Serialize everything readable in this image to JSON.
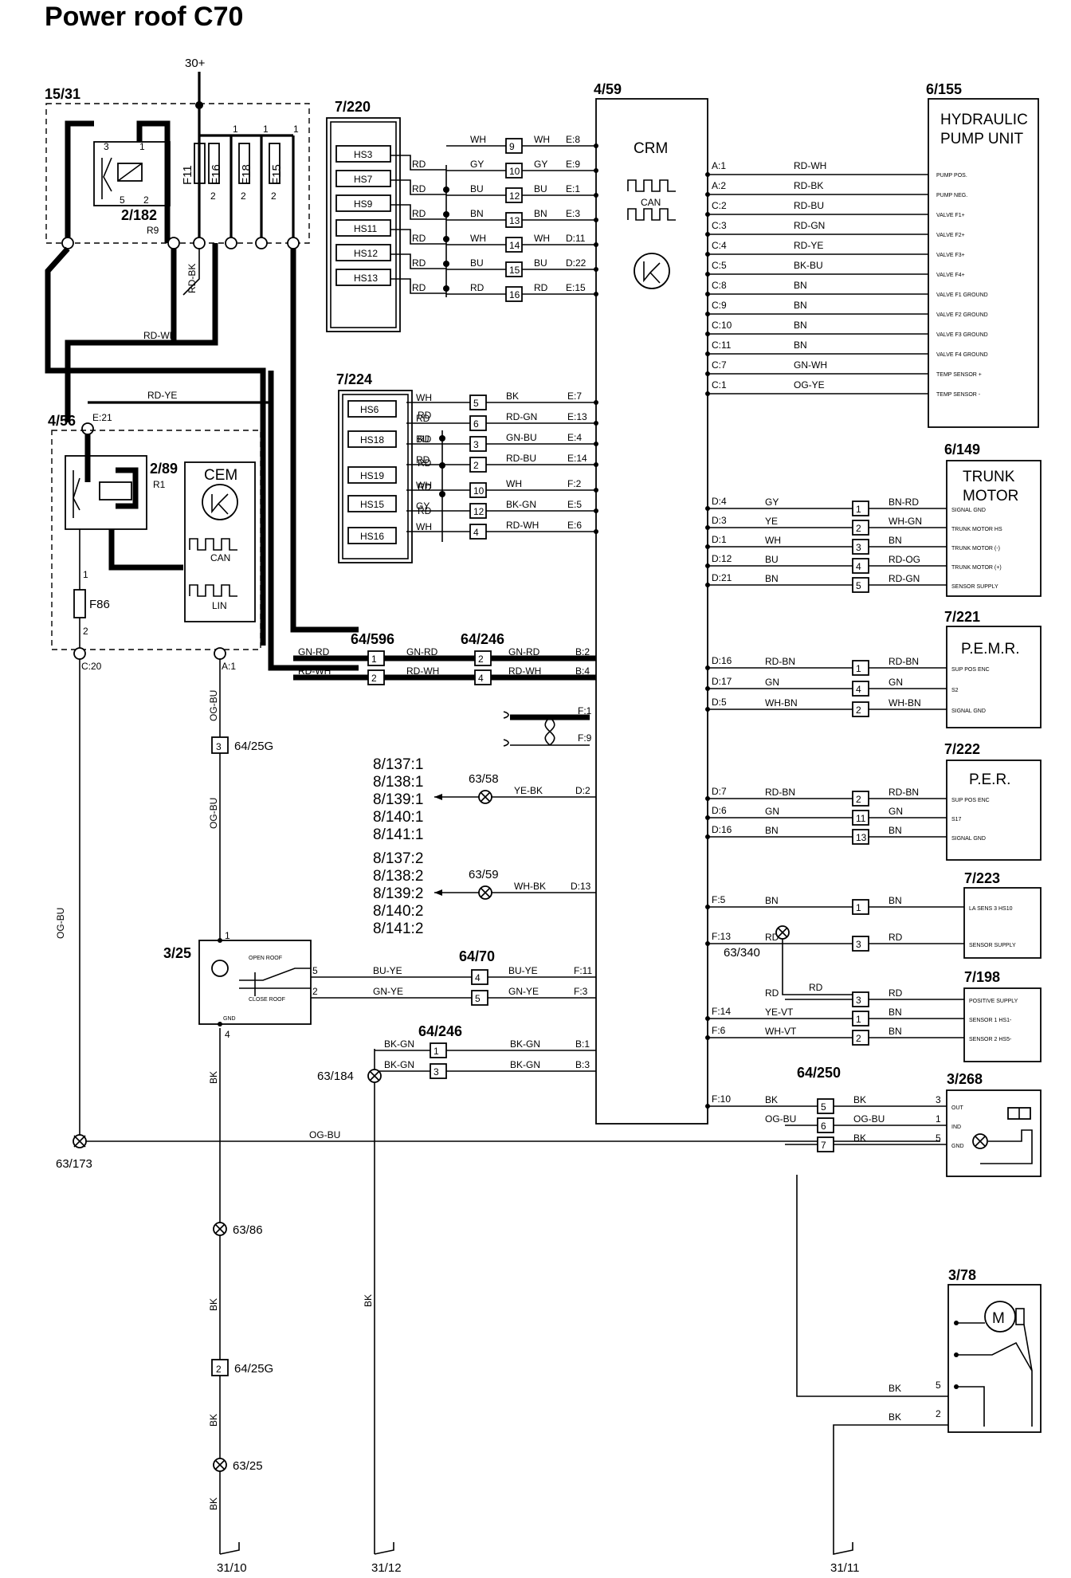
{
  "title": "Power roof C70",
  "power_source": "30+",
  "components": {
    "fusebox": {
      "id": "15/31",
      "relay_id": "2/182",
      "relay_name": "R9",
      "fuses": [
        "F11",
        "F16",
        "F18",
        "F15"
      ],
      "pins": [
        "3",
        "1",
        "5",
        "2"
      ],
      "fuse_pins": [
        "1",
        "2"
      ]
    },
    "cem_box": {
      "id": "4/56",
      "relay_id": "2/89",
      "relay_name": "R1",
      "module": "CEM",
      "can": "CAN",
      "lin": "LIN",
      "fuse": "F86",
      "fuse_pins": [
        "1",
        "2"
      ],
      "pin_e21": "E:21",
      "pin_c20": "C:20",
      "pin_a1": "A:1"
    },
    "crm": {
      "id": "4/59",
      "name": "CRM",
      "can": "CAN"
    },
    "sw_7_220": {
      "id": "7/220",
      "switches": [
        "HS3",
        "HS7",
        "HS9",
        "HS11",
        "HS12",
        "HS13"
      ]
    },
    "sw_7_224": {
      "id": "7/224",
      "switches": [
        "HS6",
        "HS18",
        "HS19",
        "HS15",
        "HS16"
      ]
    },
    "pump": {
      "id": "6/155",
      "name_line1": "HYDRAULIC",
      "name_line2": "PUMP UNIT",
      "pins": [
        "PUMP POS.",
        "PUMP NEG.",
        "VALVE F1+",
        "VALVE F2+",
        "VALVE F3+",
        "VALVE F4+",
        "VALVE F1 GROUND",
        "VALVE F2 GROUND",
        "VALVE F3 GROUND",
        "VALVE F4 GROUND",
        "TEMP SENSOR +",
        "TEMP SENSOR -"
      ]
    },
    "trunk": {
      "id": "6/149",
      "name_line1": "TRUNK",
      "name_line2": "MOTOR",
      "pins": [
        "SIGNAL GND",
        "TRUNK MOTOR HS",
        "TRUNK MOTOR (-)",
        "TRUNK MOTOR (+)",
        "SENSOR SUPPLY"
      ]
    },
    "pemr": {
      "id": "7/221",
      "name": "P.E.M.R.",
      "pins": [
        "SUP POS ENC",
        "S2",
        "SIGNAL GND"
      ]
    },
    "per": {
      "id": "7/222",
      "name": "P.E.R.",
      "pins": [
        "SUP POS ENC",
        "S17",
        "SIGNAL GND"
      ]
    },
    "c7_223": {
      "id": "7/223",
      "pins": [
        "LA SENS 3 HS10",
        "SENSOR SUPPLY"
      ]
    },
    "c7_198": {
      "id": "7/198",
      "pins": [
        "POSITIVE SUPPLY",
        "SENSOR 1 HS1-",
        "SENSOR 2 HS5-"
      ]
    },
    "c3_268": {
      "id": "3/268",
      "pins": [
        "OUT",
        "IND",
        "GND"
      ],
      "nums": [
        "3",
        "1",
        "5"
      ]
    },
    "c3_78": {
      "id": "3/78",
      "motor": "M",
      "nums": [
        "5",
        "2"
      ]
    },
    "c3_25": {
      "id": "3/25",
      "open": "OPEN ROOF",
      "close": "CLOSE ROOF",
      "gnd": "GND",
      "pins": [
        "1",
        "5",
        "2",
        "4"
      ]
    }
  },
  "connectors": {
    "c64_596": "64/596",
    "c64_246": "64/246",
    "c64_246b": "64/246",
    "c64_70": "64/70",
    "c64_250": "64/250",
    "c64_25g_a": "64/25G",
    "c64_25g_b": "64/25G",
    "num_3": "3",
    "num_2": "2"
  },
  "splices": {
    "s63_58": "63/58",
    "s63_59": "63/59",
    "s63_340": "63/340",
    "s63_184": "63/184",
    "s63_173": "63/173",
    "s63_86": "63/86",
    "s63_25": "63/25"
  },
  "grounds": [
    "31/10",
    "31/12",
    "31/11"
  ],
  "refs_1": [
    "8/137:1",
    "8/138:1",
    "8/139:1",
    "8/140:1",
    "8/141:1"
  ],
  "refs_2": [
    "8/137:2",
    "8/138:2",
    "8/139:2",
    "8/140:2",
    "8/141:2"
  ],
  "hs220_rows": [
    {
      "sw": "HS3",
      "color": "RD",
      "wire_in": "WH",
      "pin": "9",
      "wire_out": "WH",
      "crm": "E:8"
    },
    {
      "sw": "HS7",
      "color": "RD",
      "wire_in": "GY",
      "pin": "10",
      "wire_out": "GY",
      "crm": "E:9"
    },
    {
      "sw": "HS9",
      "color": "RD",
      "wire_in": "BU",
      "pin": "12",
      "wire_out": "BU",
      "crm": "E:1"
    },
    {
      "sw": "HS11",
      "color": "RD",
      "wire_in": "BN",
      "pin": "13",
      "wire_out": "BN",
      "crm": "E:3"
    },
    {
      "sw": "HS12",
      "color": "RD",
      "wire_in": "WH",
      "pin": "14",
      "wire_out": "WH",
      "crm": "D:11"
    },
    {
      "sw": "HS13",
      "color": "RD",
      "wire_in": "BU",
      "pin": "15",
      "wire_out": "BU",
      "crm": "D:22"
    },
    {
      "sw": "",
      "color": "",
      "wire_in": "RD",
      "pin": "16",
      "wire_out": "RD",
      "crm": "E:15"
    }
  ],
  "hs224_rows": [
    {
      "left": "WH",
      "pin": "5",
      "wire": "BK",
      "crm": "E:7"
    },
    {
      "left": "RD",
      "pin": "6",
      "wire": "RD-GN",
      "crm": "E:13"
    },
    {
      "left": "BU",
      "pin": "3",
      "wire": "GN-BU",
      "crm": "E:4"
    },
    {
      "left": "RD",
      "pin": "2",
      "wire": "RD-BU",
      "crm": "E:14"
    },
    {
      "left": "WH",
      "pin": "10",
      "wire": "WH",
      "crm": "F:2"
    },
    {
      "left": "GY",
      "pin": "12",
      "wire": "BK-GN",
      "crm": "E:5"
    },
    {
      "left": "WH",
      "pin": "4",
      "wire": "RD-WH",
      "crm": "E:6"
    }
  ],
  "hs224_extra": [
    "RD",
    "RD",
    "RD",
    "RD",
    "RD"
  ],
  "pump_rows": [
    {
      "crm": "A:1",
      "wire": "RD-WH"
    },
    {
      "crm": "A:2",
      "wire": "RD-BK"
    },
    {
      "crm": "C:2",
      "wire": "RD-BU"
    },
    {
      "crm": "C:3",
      "wire": "RD-GN"
    },
    {
      "crm": "C:4",
      "wire": "RD-YE"
    },
    {
      "crm": "C:5",
      "wire": "BK-BU"
    },
    {
      "crm": "C:8",
      "wire": "BN"
    },
    {
      "crm": "C:9",
      "wire": "BN"
    },
    {
      "crm": "C:10",
      "wire": "BN"
    },
    {
      "crm": "C:11",
      "wire": "BN"
    },
    {
      "crm": "C:7",
      "wire": "GN-WH"
    },
    {
      "crm": "C:1",
      "wire": "OG-YE"
    }
  ],
  "trunk_rows": [
    {
      "crm": "D:4",
      "wire": "GY",
      "pin": "1",
      "wire2": "BN-RD"
    },
    {
      "crm": "D:3",
      "wire": "YE",
      "pin": "2",
      "wire2": "WH-GN"
    },
    {
      "crm": "D:1",
      "wire": "WH",
      "pin": "3",
      "wire2": "BN"
    },
    {
      "crm": "D:12",
      "wire": "BU",
      "pin": "4",
      "wire2": "RD-OG"
    },
    {
      "crm": "D:21",
      "wire": "BN",
      "pin": "5",
      "wire2": "RD-GN"
    }
  ],
  "pemr_rows": [
    {
      "crm": "D:16",
      "wire": "RD-BN",
      "pin": "1",
      "wire2": "RD-BN"
    },
    {
      "crm": "D:17",
      "wire": "GN",
      "pin": "4",
      "wire2": "GN"
    },
    {
      "crm": "D:5",
      "wire": "WH-BN",
      "pin": "2",
      "wire2": "WH-BN"
    }
  ],
  "per_rows": [
    {
      "crm": "D:7",
      "wire": "RD-BN",
      "pin": "2",
      "wire2": "RD-BN"
    },
    {
      "crm": "D:6",
      "wire": "GN",
      "pin": "11",
      "wire2": "GN"
    },
    {
      "crm": "D:16",
      "wire": "BN",
      "pin": "13",
      "wire2": "BN"
    }
  ],
  "r7223_rows": [
    {
      "crm": "F:5",
      "wire": "BN",
      "pin": "1",
      "wire2": "BN"
    },
    {
      "crm": "F:13",
      "wire": "RD",
      "pin": "3",
      "wire2": "RD"
    }
  ],
  "r7223_mid": "RD",
  "r7198_rows": [
    {
      "crm": "",
      "wire": "RD",
      "pin": "3",
      "wire2": "RD"
    },
    {
      "crm": "F:14",
      "wire": "YE-VT",
      "pin": "1",
      "wire2": "BN"
    },
    {
      "crm": "F:6",
      "wire": "WH-VT",
      "pin": "2",
      "wire2": "BN"
    }
  ],
  "r3268_rows": [
    {
      "crm": "F:10",
      "wire": "BK",
      "pin": "5",
      "wire2": "BK"
    },
    {
      "crm": "",
      "wire": "OG-BU",
      "pin": "6",
      "wire2": "OG-BU"
    },
    {
      "crm": "",
      "wire": "",
      "pin": "7",
      "wire2": "BK"
    }
  ],
  "cem_rows": [
    {
      "wire": "GN-RD",
      "pin": "1",
      "wire2": "GN-RD",
      "pin2": "2",
      "wire3": "GN-RD",
      "crm": "B:2"
    },
    {
      "wire": "RD-WH",
      "pin": "2",
      "wire2": "RD-WH",
      "pin2": "4",
      "wire3": "RD-WH",
      "crm": "B:4"
    }
  ],
  "switch_rows": [
    {
      "num": "5",
      "wire": "BU-YE",
      "pin": "4",
      "wire2": "BU-YE",
      "crm": "F:11"
    },
    {
      "num": "2",
      "wire": "GN-YE",
      "pin": "5",
      "wire2": "GN-YE",
      "crm": "F:3"
    }
  ],
  "gnd_rows": [
    {
      "wire": "BK-GN",
      "pin": "1",
      "wire2": "BK-GN",
      "crm": "B:1"
    },
    {
      "wire": "BK-GN",
      "pin": "3",
      "wire2": "BK-GN",
      "crm": "B:3"
    }
  ],
  "misc": {
    "f1": "F:1",
    "f9": "F:9",
    "d2": "D:2",
    "d13": "D:13",
    "ye_bk": "YE-BK",
    "wh_bk": "WH-BK",
    "rd_bk": "RD-BK",
    "rd_wh": "RD-WH",
    "rd_ye": "RD-YE",
    "og_bu": "OG-BU",
    "bk": "BK",
    "m3_78_bk1": "BK",
    "m3_78_bk2": "BK"
  }
}
